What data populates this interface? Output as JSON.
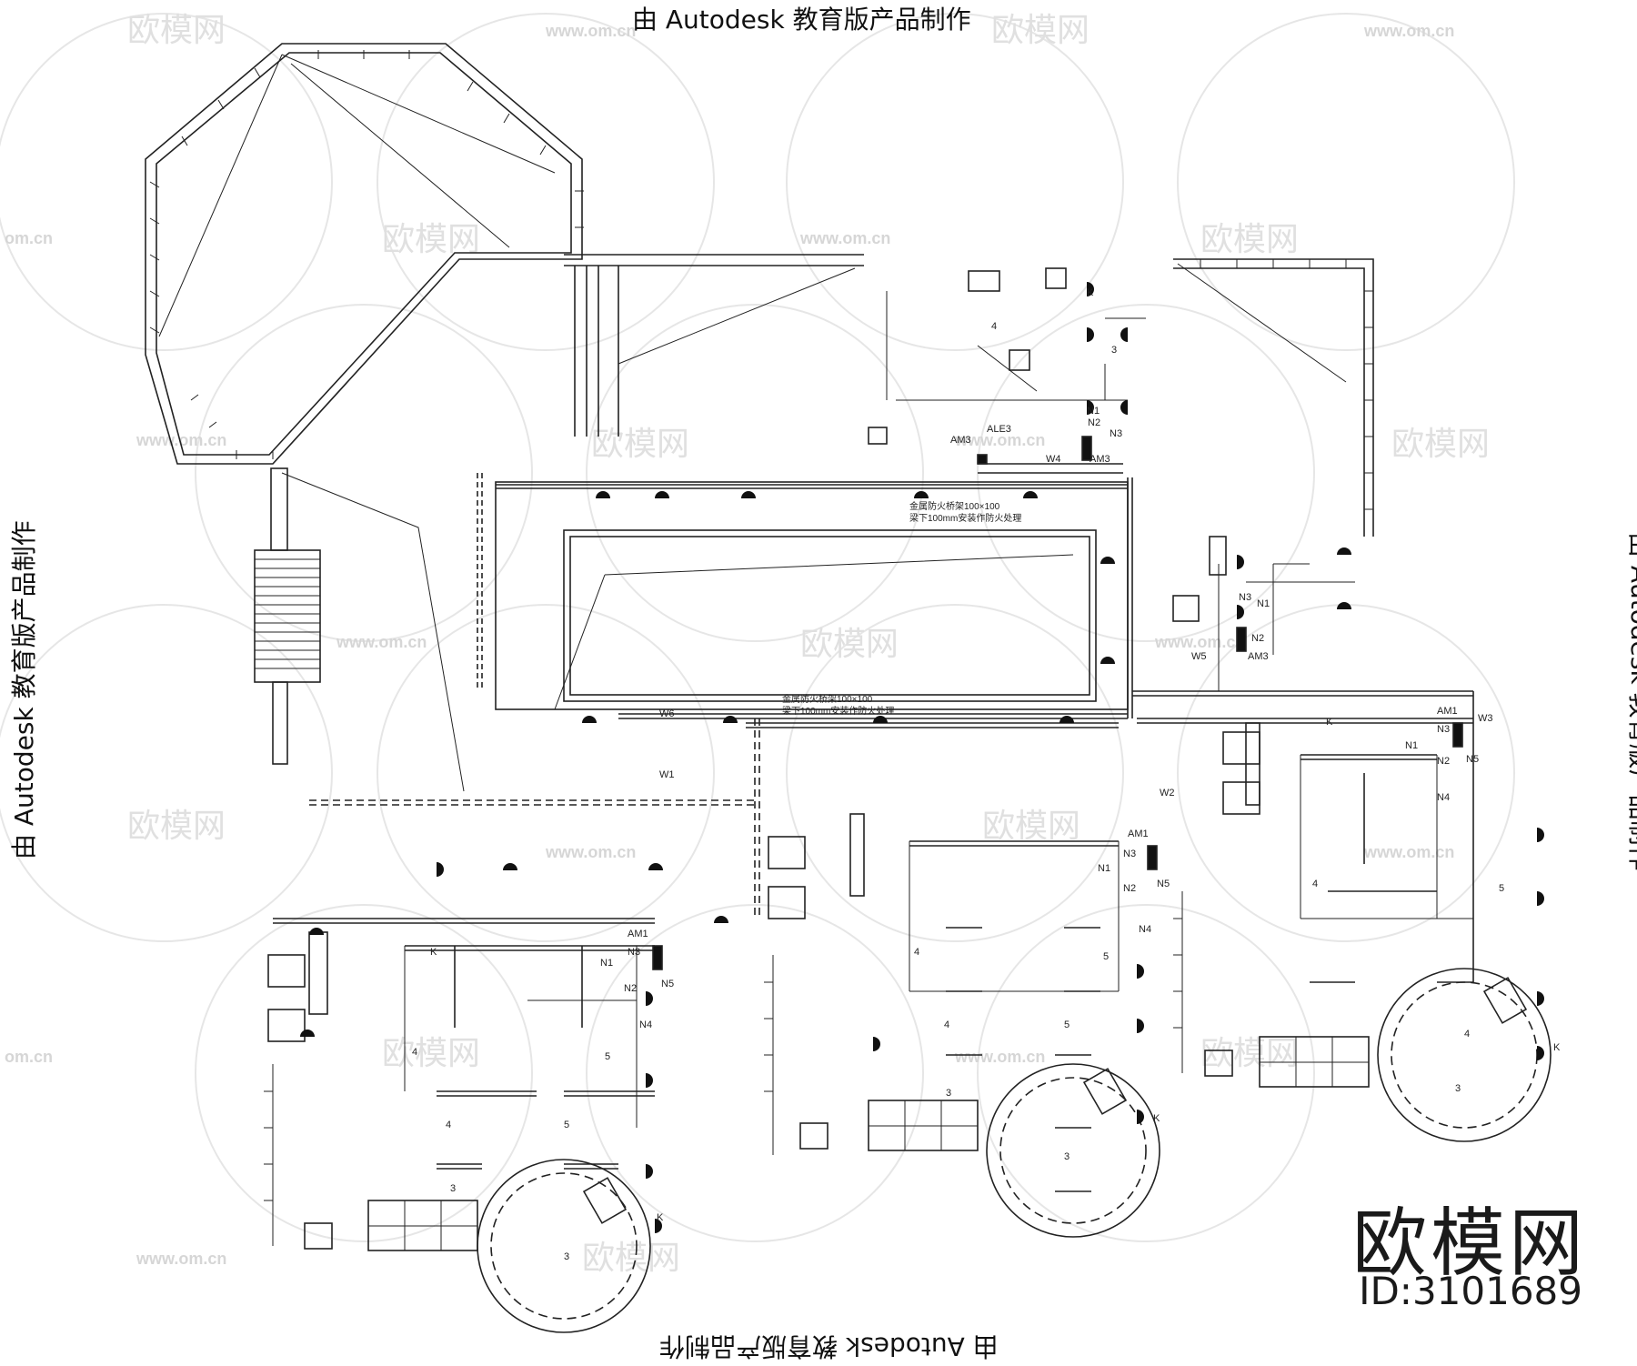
{
  "stamps": {
    "top": "由 Autodesk 教育版产品制作",
    "bottom": "由 Autodesk 教育版产品制作",
    "left": "由 Autodesk 教育版产品制作",
    "right": "由 Autodesk 教育版产品制作"
  },
  "watermark": {
    "logo_text": "欧模网",
    "url_text": "www.om.cn",
    "url_fragment": "om.cn"
  },
  "brand": {
    "name": "欧模网",
    "id": "ID:3101689"
  },
  "notes": {
    "tray_top_line1": "金属防火桥架100×100",
    "tray_top_line2": "梁下100mm安装作防火处理",
    "tray_bottom_line1": "金属防火桥架100×100",
    "tray_bottom_line2": "梁下100mm安装作防火处理"
  },
  "labels": {
    "AM1": "AM1",
    "AM3": "AM3",
    "ALE3": "ALE3",
    "N1": "N1",
    "N2": "N2",
    "N3": "N3",
    "N4": "N4",
    "N5": "N5",
    "W1": "W1",
    "W2": "W2",
    "W3": "W3",
    "W4": "W4",
    "W5": "W5",
    "W6": "W6",
    "K": "K",
    "n3": "3",
    "n4": "4",
    "n5": "5"
  }
}
